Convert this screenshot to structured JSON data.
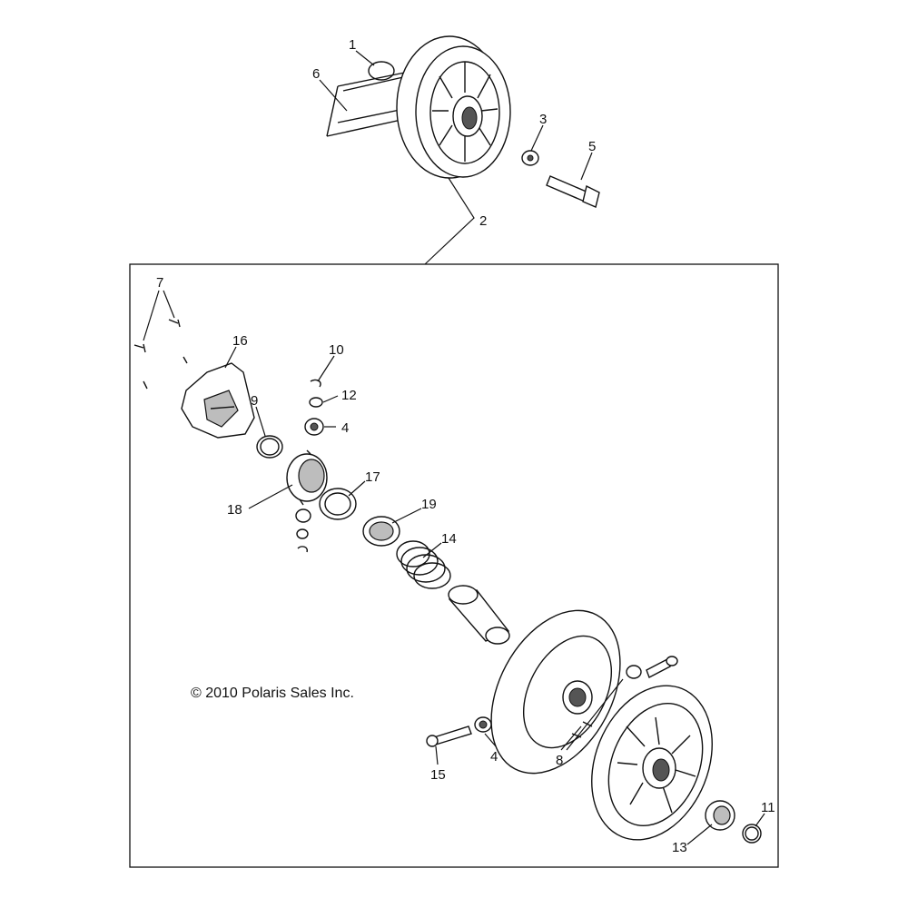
{
  "copyright": "© 2010 Polaris Sales Inc.",
  "callouts": {
    "c1": "1",
    "c2": "2",
    "c3": "3",
    "c4a": "4",
    "c4b": "4",
    "c5": "5",
    "c6": "6",
    "c7": "7",
    "c8": "8",
    "c9": "9",
    "c10": "10",
    "c11": "11",
    "c12": "12",
    "c13": "13",
    "c14": "14",
    "c15": "15",
    "c16": "16",
    "c17": "17",
    "c18": "18",
    "c19": "19"
  }
}
